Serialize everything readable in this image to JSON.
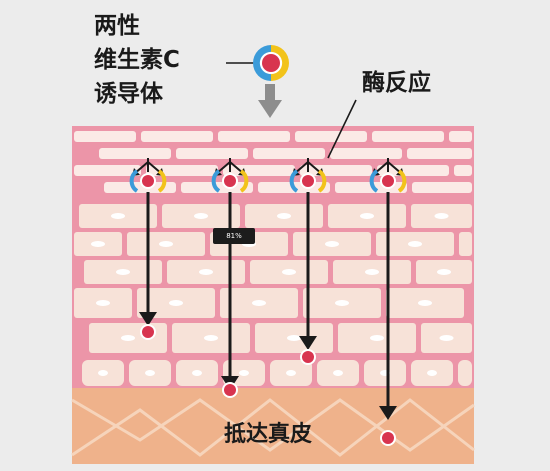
{
  "labels": {
    "molecule_line1": "两性",
    "molecule_line2": "维生素C",
    "molecule_line3": "诱导体",
    "enzyme": "酶反应",
    "dermis": "抵达真皮",
    "badge": "81%"
  },
  "colors": {
    "background": "#ececec",
    "skin_pink": "#ec95a8",
    "cell_cream": "#f7e2d8",
    "cell_light": "#fbeae6",
    "dermis": "#efb28b",
    "dermis_lines": "#f6d4bb",
    "arrow": "#1a1a1a",
    "dot": "#d8344f",
    "ring_blue": "#3b9bd9",
    "ring_yellow": "#f2c31a",
    "down_arrow": "#8d8d8d"
  },
  "icons": {
    "molecule": "vitamin-c-molecule-icon",
    "dot": "red-dot-icon"
  }
}
